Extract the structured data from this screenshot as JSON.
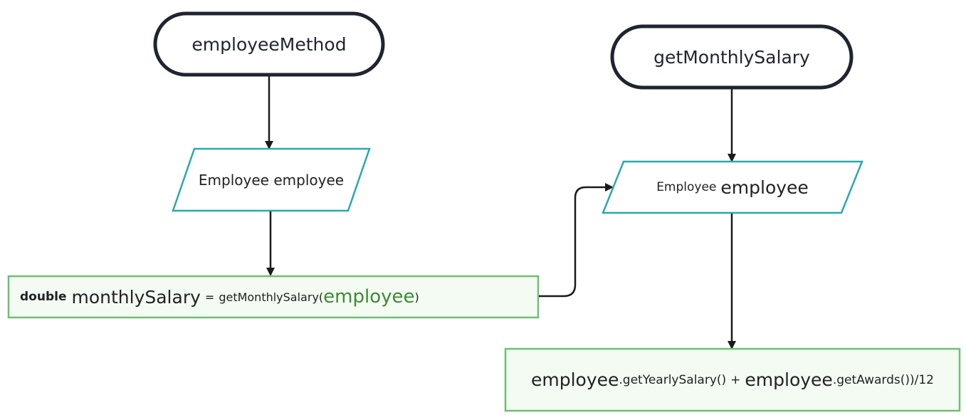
{
  "colors": {
    "terminal_stroke": "#1f2430",
    "io_stroke": "#2aa9a9",
    "process_stroke": "#6fbf73",
    "process_fill": "#f3fbf3",
    "arrow": "#1a1a1a",
    "param_green": "#3f8a34"
  },
  "left": {
    "start": {
      "label": "employeeMethod"
    },
    "input": {
      "label": "Employee employee"
    },
    "process": {
      "keyword": "double",
      "variable": "monthlySalary",
      "assign": "=",
      "call": "getMonthlySalary(",
      "argument": "employee",
      "close": ")"
    }
  },
  "right": {
    "start": {
      "label": "getMonthlySalary"
    },
    "input": {
      "type": "Employee",
      "name": "employee"
    },
    "process": {
      "obj1": "employee",
      "call1": ".getYearlySalary()",
      "plus": "+",
      "obj2": "employee",
      "call2": ".getAwards())/12"
    }
  }
}
